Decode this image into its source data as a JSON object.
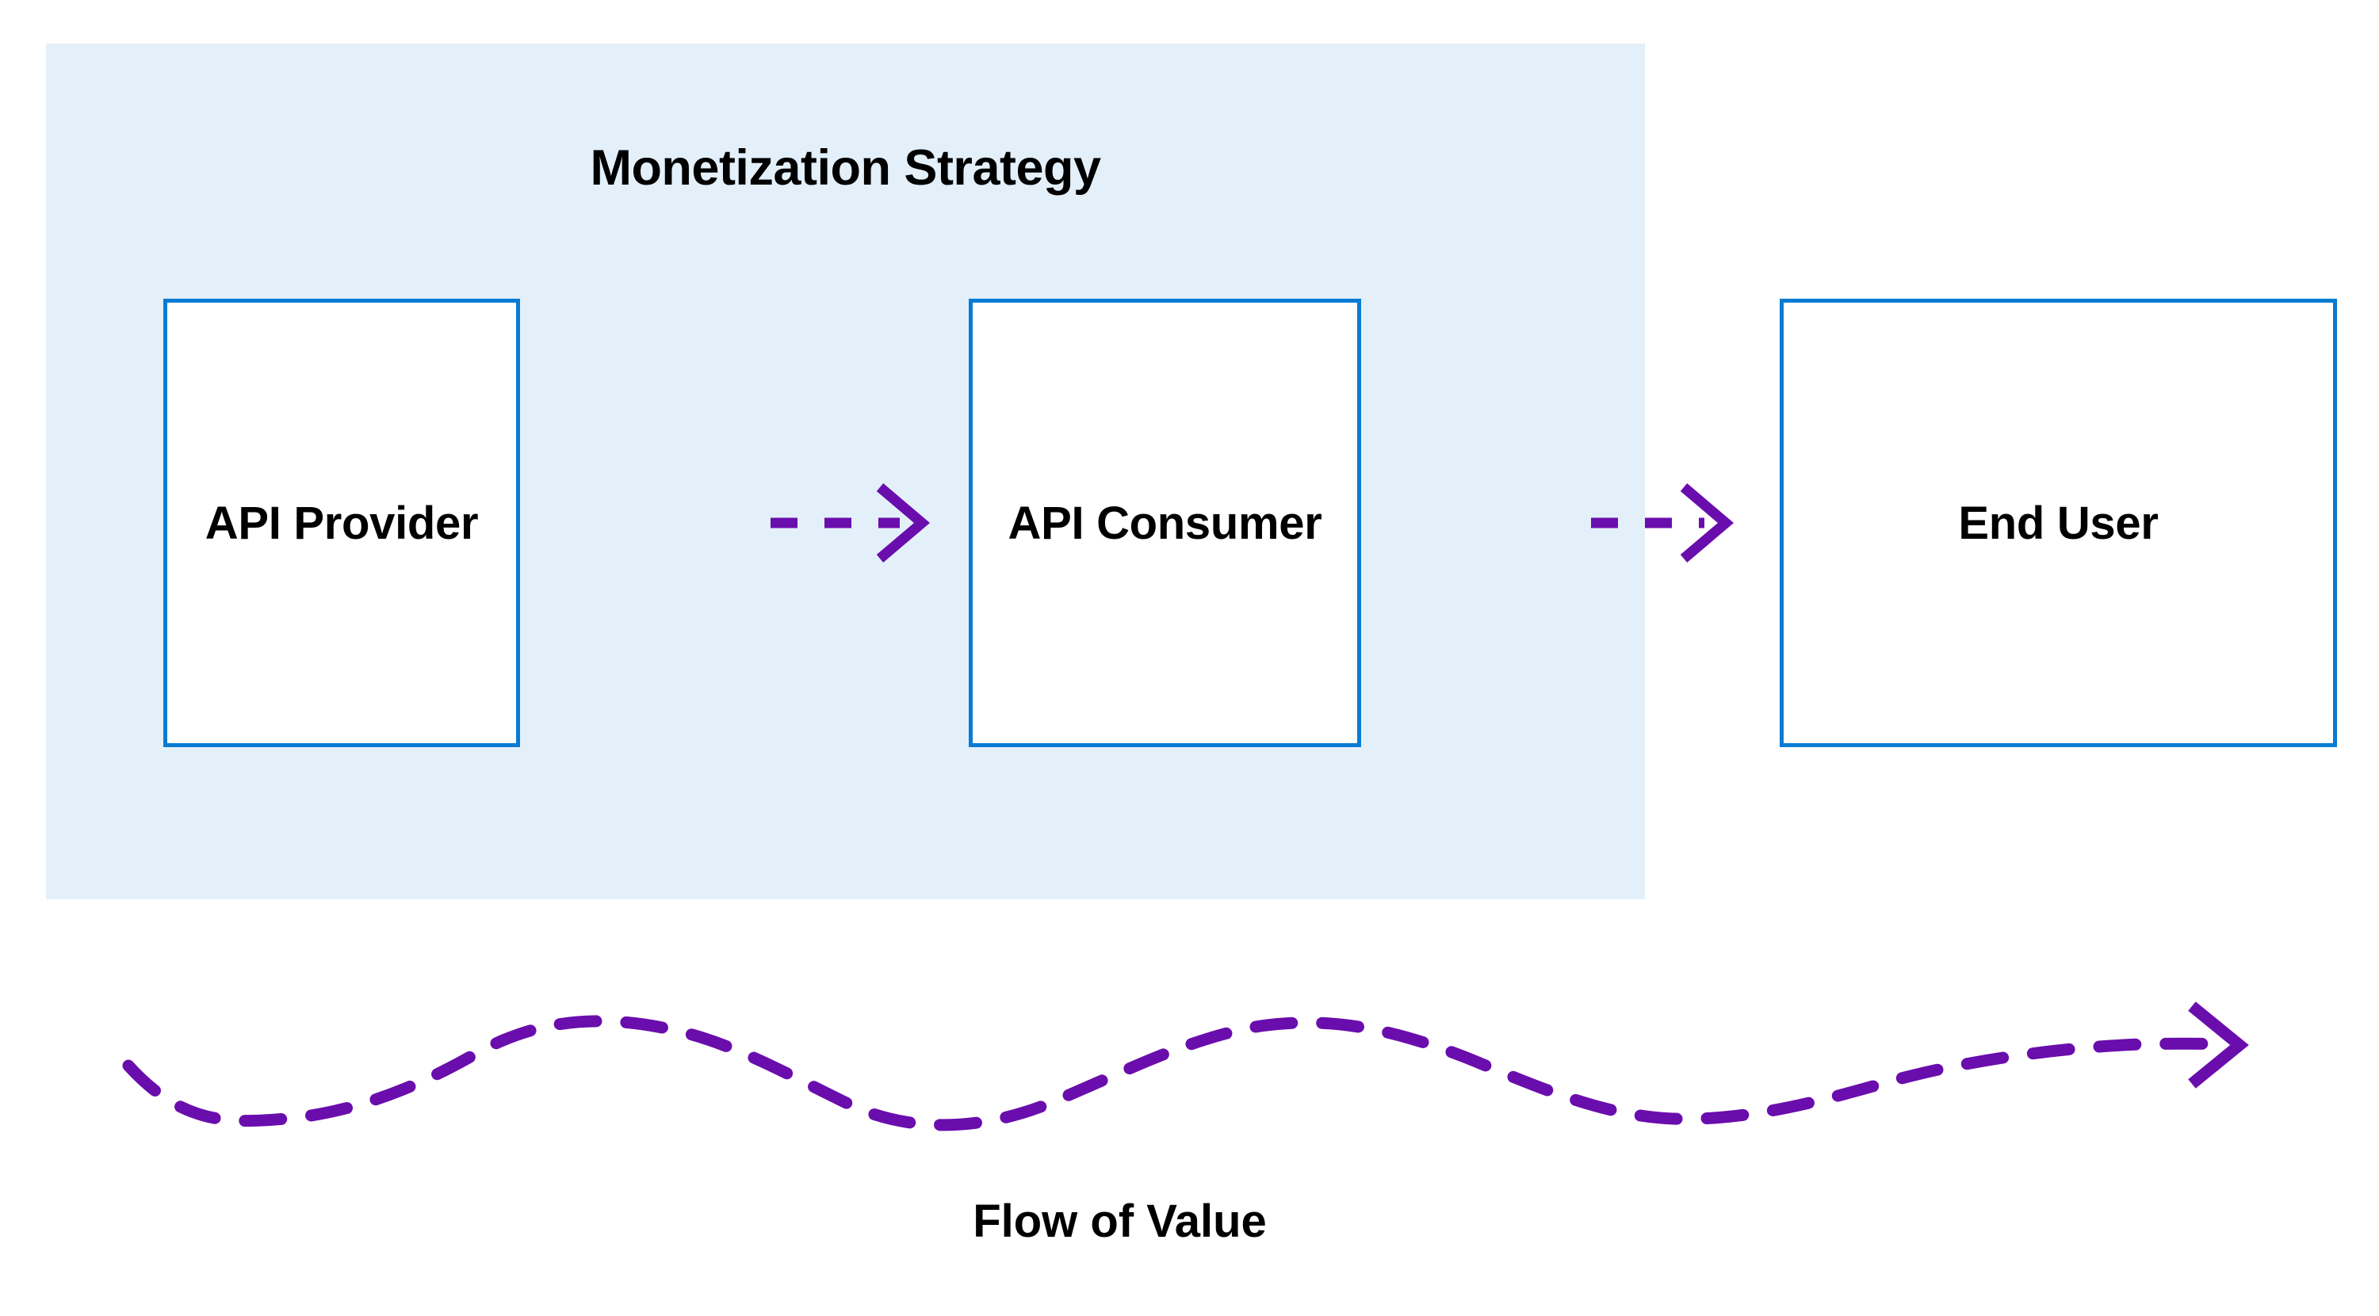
{
  "diagram": {
    "background_color": "#ffffff",
    "panel": {
      "title": "Monetization Strategy",
      "fill_color": "#e3f0fa",
      "title_color": "#000000"
    },
    "nodes": [
      {
        "id": "api-provider",
        "label": "API Provider",
        "border_color": "#0a7bd3",
        "fill_color": "#ffffff"
      },
      {
        "id": "api-consumer",
        "label": "API Consumer",
        "border_color": "#0a7bd3",
        "fill_color": "#ffffff"
      },
      {
        "id": "end-user",
        "label": "End User",
        "border_color": "#0a7bd3",
        "fill_color": "#ffffff"
      }
    ],
    "connectors": [
      {
        "id": "provider-to-consumer",
        "from": "api-provider",
        "to": "api-consumer",
        "style": "dashed",
        "arrowhead": "open",
        "color": "#6a0dad",
        "label": ""
      },
      {
        "id": "consumer-to-enduser",
        "from": "api-consumer",
        "to": "end-user",
        "style": "dashed",
        "arrowhead": "open",
        "color": "#6a0dad",
        "label": ""
      }
    ],
    "flow": {
      "caption": "Flow of Value",
      "style": "dashed-wave",
      "arrowhead": "open",
      "color": "#6a0dad",
      "caption_color": "#000000"
    }
  }
}
